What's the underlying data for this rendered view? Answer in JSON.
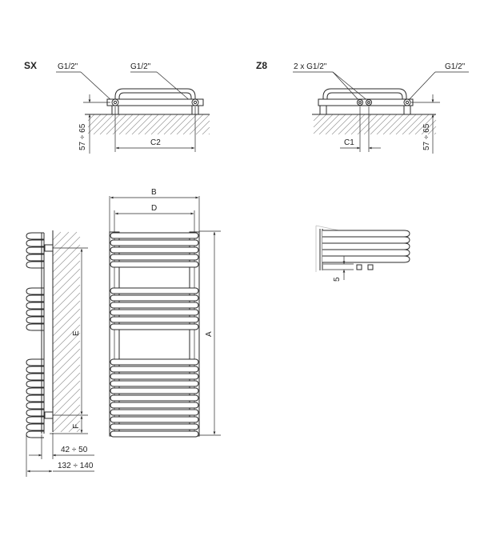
{
  "views": {
    "sx": {
      "title": "SX",
      "connection_left": "G1/2\"",
      "connection_right": "G1/2\"",
      "wall_distance": "57 ÷ 65",
      "spacing": "C2"
    },
    "z8": {
      "title": "Z8",
      "connection_left": "2 x G1/2\"",
      "connection_right": "G1/2\"",
      "spacing": "C1",
      "wall_distance": "57 ÷ 65"
    },
    "side": {
      "height_e": "E",
      "offset_f": "F",
      "depth_small": "42 ÷ 50",
      "depth_total": "132 ÷ 140"
    },
    "front": {
      "width_b": "B",
      "width_d": "D",
      "height_a": "A"
    },
    "detail": {
      "offset": "5"
    }
  },
  "colors": {
    "line": "#2a2a2a",
    "hatch": "#9a9a9a",
    "background": "#ffffff"
  }
}
